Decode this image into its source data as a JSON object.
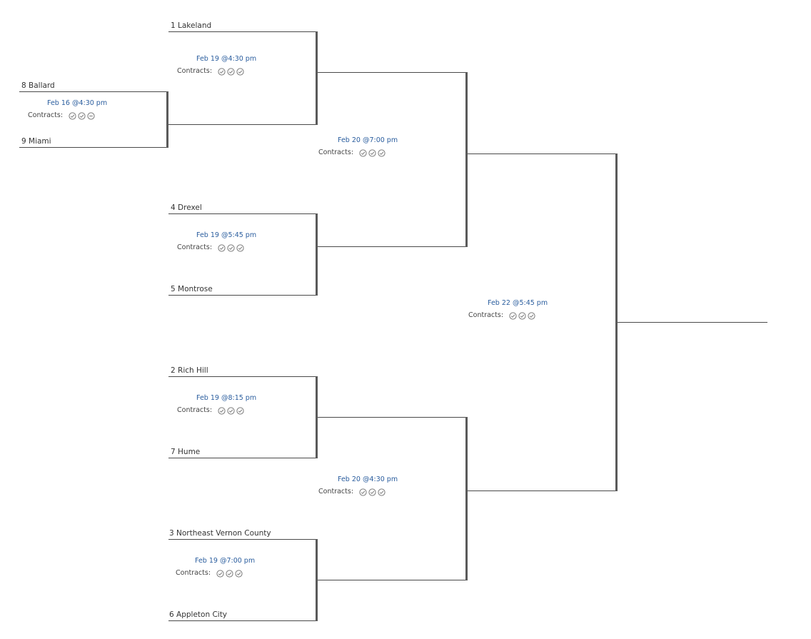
{
  "colors": {
    "date_link": "#2a5d9e",
    "line": "#4a4a4a",
    "text": "#333333",
    "icon": "#7a7a7a"
  },
  "contracts_label": "Contracts:",
  "teams": {
    "ballard": "8 Ballard",
    "miami": "9 Miami",
    "lakeland": "1 Lakeland",
    "drexel": "4 Drexel",
    "montrose": "5 Montrose",
    "rich_hill": "2 Rich Hill",
    "hume": "7 Hume",
    "nvc": "3 Northeast Vernon County",
    "appleton": "6 Appleton City"
  },
  "games": {
    "g_ballard_miami": {
      "date": "Feb 16 @4:30 pm",
      "contracts": [
        "check-circle-icon",
        "check-circle-icon",
        "dash-circle-icon"
      ]
    },
    "g_lakeland": {
      "date": "Feb 19 @4:30 pm",
      "contracts": [
        "check-circle-icon",
        "check-circle-icon",
        "check-circle-icon"
      ]
    },
    "g_drexel_montrose": {
      "date": "Feb 19 @5:45 pm",
      "contracts": [
        "check-circle-icon",
        "check-circle-icon",
        "check-circle-icon"
      ]
    },
    "g_richhill_hume": {
      "date": "Feb 19 @8:15 pm",
      "contracts": [
        "check-circle-icon",
        "check-circle-icon",
        "check-circle-icon"
      ]
    },
    "g_nvc_appleton": {
      "date": "Feb 19 @7:00 pm",
      "contracts": [
        "check-circle-icon",
        "check-circle-icon",
        "check-circle-icon"
      ]
    },
    "g_semi_top": {
      "date": "Feb 20 @7:00 pm",
      "contracts": [
        "check-circle-icon",
        "check-circle-icon",
        "check-circle-icon"
      ]
    },
    "g_semi_bottom": {
      "date": "Feb 20 @4:30 pm",
      "contracts": [
        "check-circle-icon",
        "check-circle-icon",
        "check-circle-icon"
      ]
    },
    "g_final": {
      "date": "Feb 22 @5:45 pm",
      "contracts": [
        "check-circle-icon",
        "check-circle-icon",
        "check-circle-icon"
      ]
    }
  }
}
